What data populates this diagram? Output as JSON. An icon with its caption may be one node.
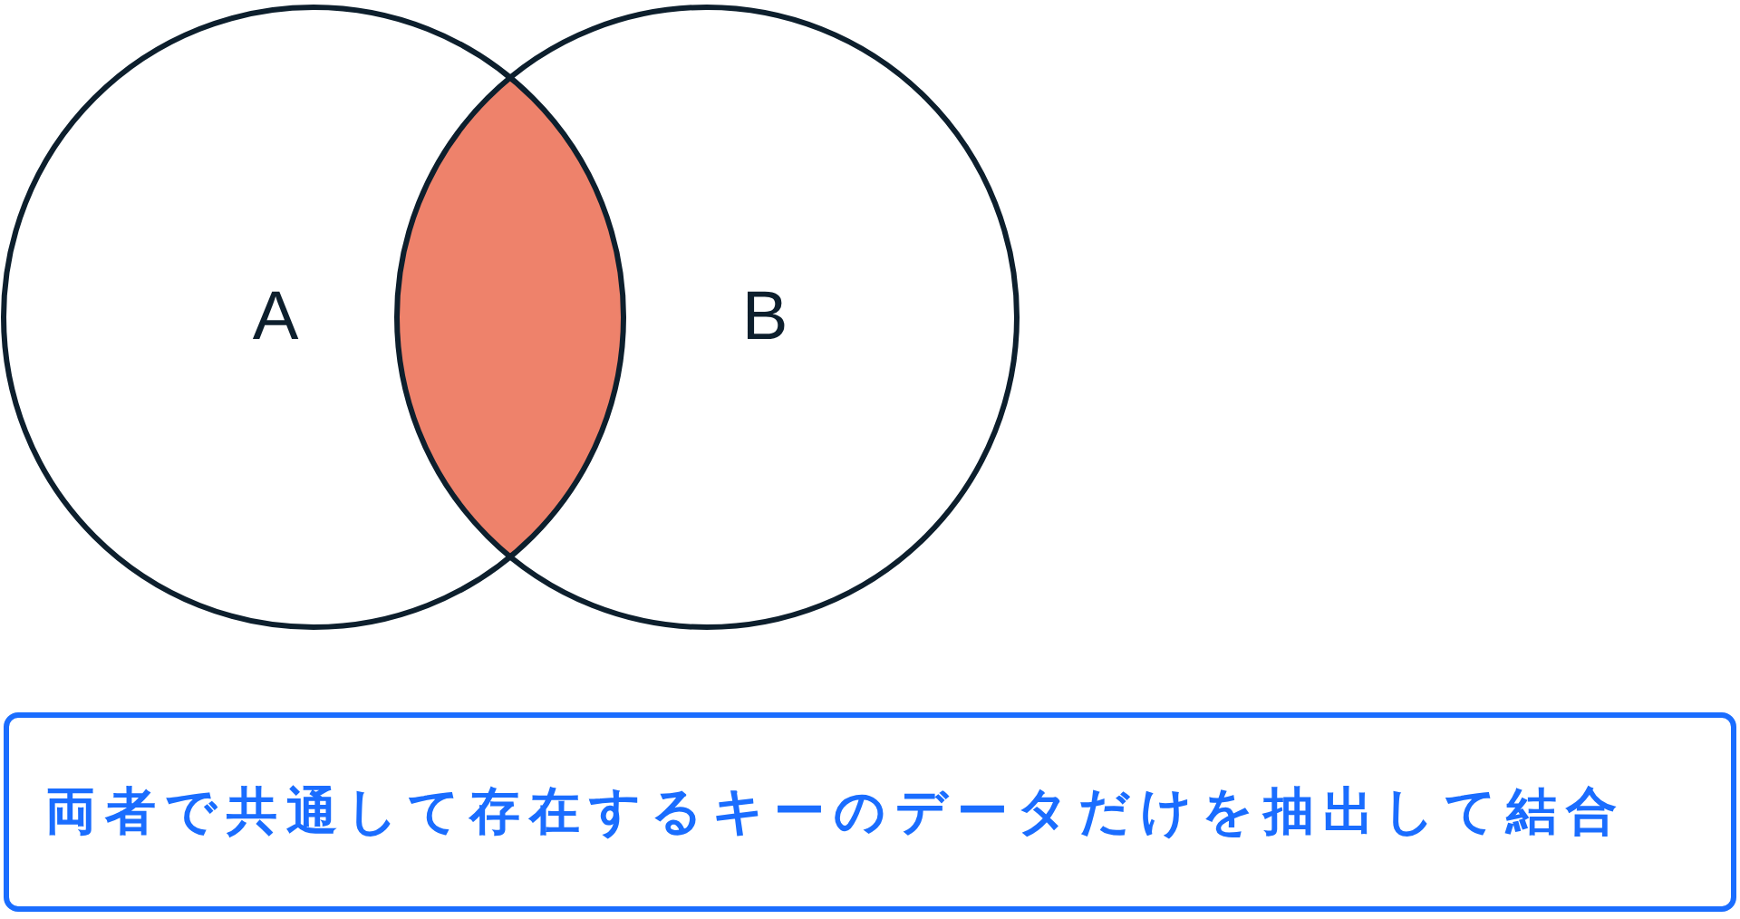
{
  "diagram": {
    "nodes": [
      {
        "text": [
          "A"
        ]
      },
      {
        "text": [
          "B"
        ]
      },
      {
        "text": [
          "両者で共通して存在するキーのデータだけを抽出して結合"
        ]
      },
      {
        "text": [],
        "shape": "lens"
      }
    ]
  }
}
